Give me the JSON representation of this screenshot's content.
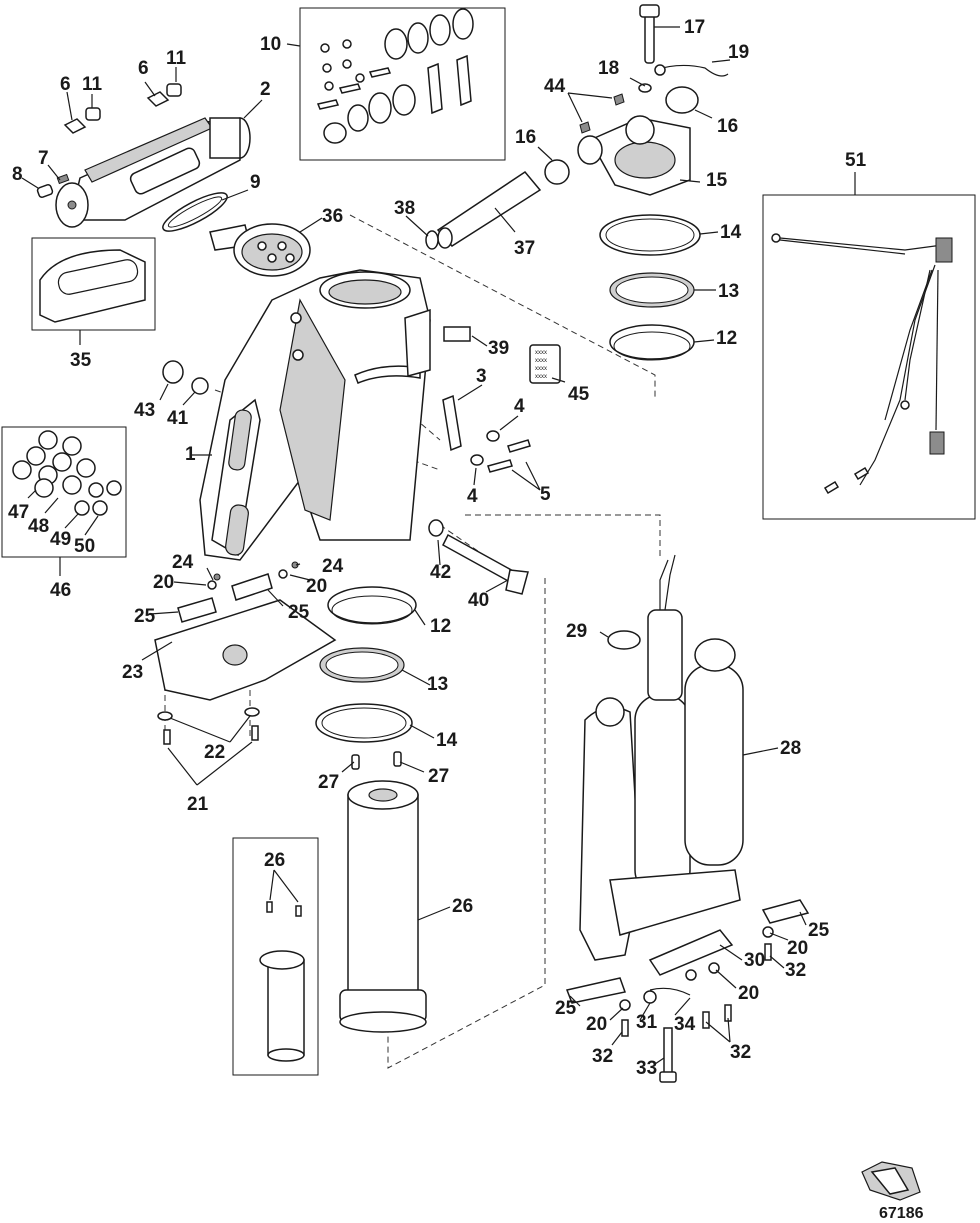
{
  "figure_number": "67186",
  "callouts": [
    {
      "label": "1"
    },
    {
      "label": "2"
    },
    {
      "label": "3"
    },
    {
      "label": "4"
    },
    {
      "label": "4"
    },
    {
      "label": "5"
    },
    {
      "label": "6"
    },
    {
      "label": "6"
    },
    {
      "label": "7"
    },
    {
      "label": "8"
    },
    {
      "label": "9"
    },
    {
      "label": "10"
    },
    {
      "label": "11"
    },
    {
      "label": "11"
    },
    {
      "label": "12"
    },
    {
      "label": "12"
    },
    {
      "label": "13"
    },
    {
      "label": "13"
    },
    {
      "label": "14"
    },
    {
      "label": "14"
    },
    {
      "label": "15"
    },
    {
      "label": "16"
    },
    {
      "label": "16"
    },
    {
      "label": "17"
    },
    {
      "label": "18"
    },
    {
      "label": "19"
    },
    {
      "label": "20"
    },
    {
      "label": "20"
    },
    {
      "label": "20"
    },
    {
      "label": "20"
    },
    {
      "label": "20"
    },
    {
      "label": "21"
    },
    {
      "label": "22"
    },
    {
      "label": "23"
    },
    {
      "label": "24"
    },
    {
      "label": "24"
    },
    {
      "label": "25"
    },
    {
      "label": "25"
    },
    {
      "label": "25"
    },
    {
      "label": "25"
    },
    {
      "label": "26"
    },
    {
      "label": "26"
    },
    {
      "label": "27"
    },
    {
      "label": "27"
    },
    {
      "label": "28"
    },
    {
      "label": "29"
    },
    {
      "label": "30"
    },
    {
      "label": "31"
    },
    {
      "label": "32"
    },
    {
      "label": "32"
    },
    {
      "label": "32"
    },
    {
      "label": "33"
    },
    {
      "label": "34"
    },
    {
      "label": "35"
    },
    {
      "label": "36"
    },
    {
      "label": "37"
    },
    {
      "label": "38"
    },
    {
      "label": "39"
    },
    {
      "label": "40"
    },
    {
      "label": "41"
    },
    {
      "label": "42"
    },
    {
      "label": "43"
    },
    {
      "label": "44"
    },
    {
      "label": "45"
    },
    {
      "label": "46"
    },
    {
      "label": "47"
    },
    {
      "label": "48"
    },
    {
      "label": "49"
    },
    {
      "label": "50"
    },
    {
      "label": "51"
    }
  ],
  "label_45_lines": [
    "xxxx",
    "xxxx",
    "xxxx",
    "xxxx"
  ]
}
